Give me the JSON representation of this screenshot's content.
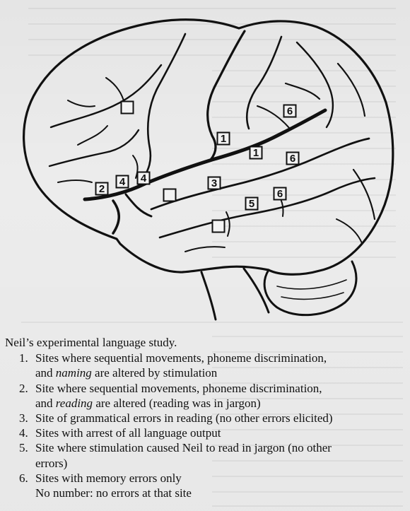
{
  "caption": {
    "title": "Neil’s experimental language study.",
    "items": [
      {
        "num": "1.",
        "parts": [
          {
            "text": "Sites where sequential movements, phoneme discrimination,",
            "break": true
          },
          {
            "text": "and "
          },
          {
            "text": "naming",
            "italic": true
          },
          {
            "text": " are altered by stimulation"
          }
        ]
      },
      {
        "num": "2.",
        "parts": [
          {
            "text": "Site where sequential movements, phoneme discrimination,",
            "break": true
          },
          {
            "text": "and "
          },
          {
            "text": "reading",
            "italic": true
          },
          {
            "text": " are altered (reading was in jargon)"
          }
        ]
      },
      {
        "num": "3.",
        "parts": [
          {
            "text": "Site of grammatical errors in reading (no other errors elicited)"
          }
        ]
      },
      {
        "num": "4.",
        "parts": [
          {
            "text": "Sites with arrest of all language output"
          }
        ]
      },
      {
        "num": "5.",
        "parts": [
          {
            "text": "Site where stimulation caused Neil to read in jargon (no other",
            "break": true
          },
          {
            "text": "errors)"
          }
        ]
      },
      {
        "num": "6.",
        "parts": [
          {
            "text": "Sites with memory errors only"
          }
        ]
      }
    ],
    "no_number_note": "No number: no errors at that site"
  },
  "sites": [
    {
      "label": ""
    },
    {
      "label": "6"
    },
    {
      "label": "1"
    },
    {
      "label": "1"
    },
    {
      "label": "6"
    },
    {
      "label": "4"
    },
    {
      "label": "4"
    },
    {
      "label": "2"
    },
    {
      "label": "3"
    },
    {
      "label": ""
    },
    {
      "label": "6"
    },
    {
      "label": "5"
    },
    {
      "label": ""
    }
  ]
}
